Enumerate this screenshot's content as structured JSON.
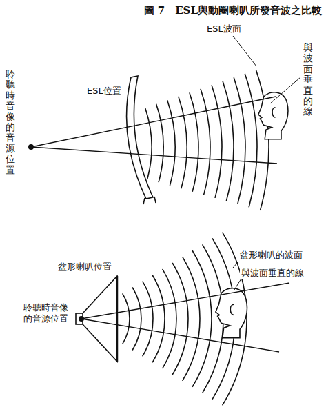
{
  "diagram": {
    "title": "圖 7　ESL與動圈喇叭所發音波之比較",
    "labels": [
      "聆聽時音像的音源位置",
      "ESL位置",
      "ESL波面",
      "與波面垂直的線",
      "盆形喇叭的波面",
      "與波面垂直的線",
      "盆形喇叭位置",
      "聆聽時音像的音源位置"
    ]
  }
}
